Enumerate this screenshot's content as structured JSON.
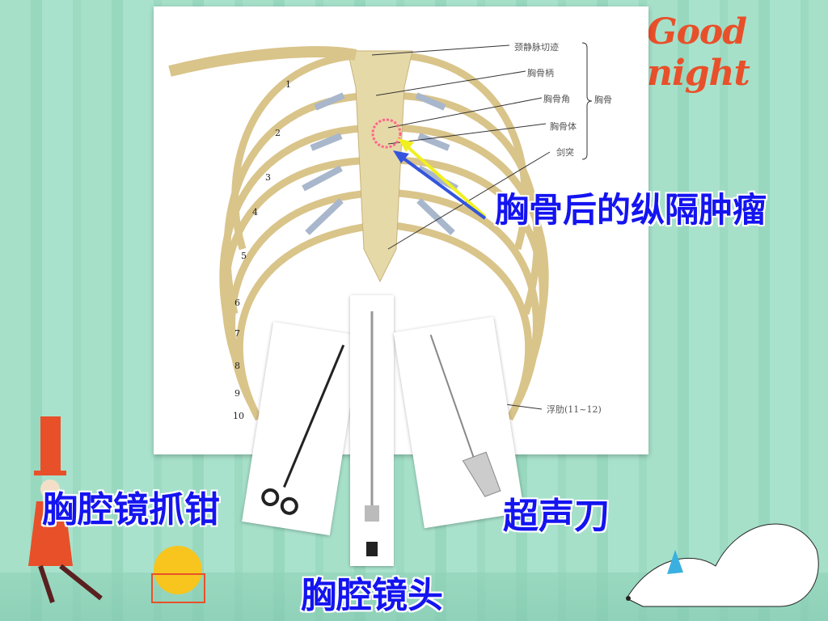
{
  "slide": {
    "decoration_text": "Good night",
    "anatomy_labels": {
      "jugular_notch": "颈静脉切迹",
      "manubrium": "胸骨柄",
      "sternal_angle": "胸骨角",
      "sternal_body": "胸骨体",
      "xiphoid": "剑突",
      "sternum": "胸骨",
      "floating_ribs": "浮肋(11~12)",
      "rib_numbers": [
        "1",
        "2",
        "3",
        "4",
        "5",
        "6",
        "7",
        "8",
        "9",
        "10"
      ]
    },
    "captions": {
      "tumor": "胸骨后的纵隔肿瘤",
      "grasper": "胸腔镜抓钳",
      "scope": "胸腔镜头",
      "ultrasonic_knife": "超声刀"
    },
    "colors": {
      "caption": "#1414f0",
      "arrow_yellow": "#f0f020",
      "arrow_blue": "#3355dd",
      "tumor": "#ff6688",
      "title_decoration": "#e8502a"
    }
  }
}
